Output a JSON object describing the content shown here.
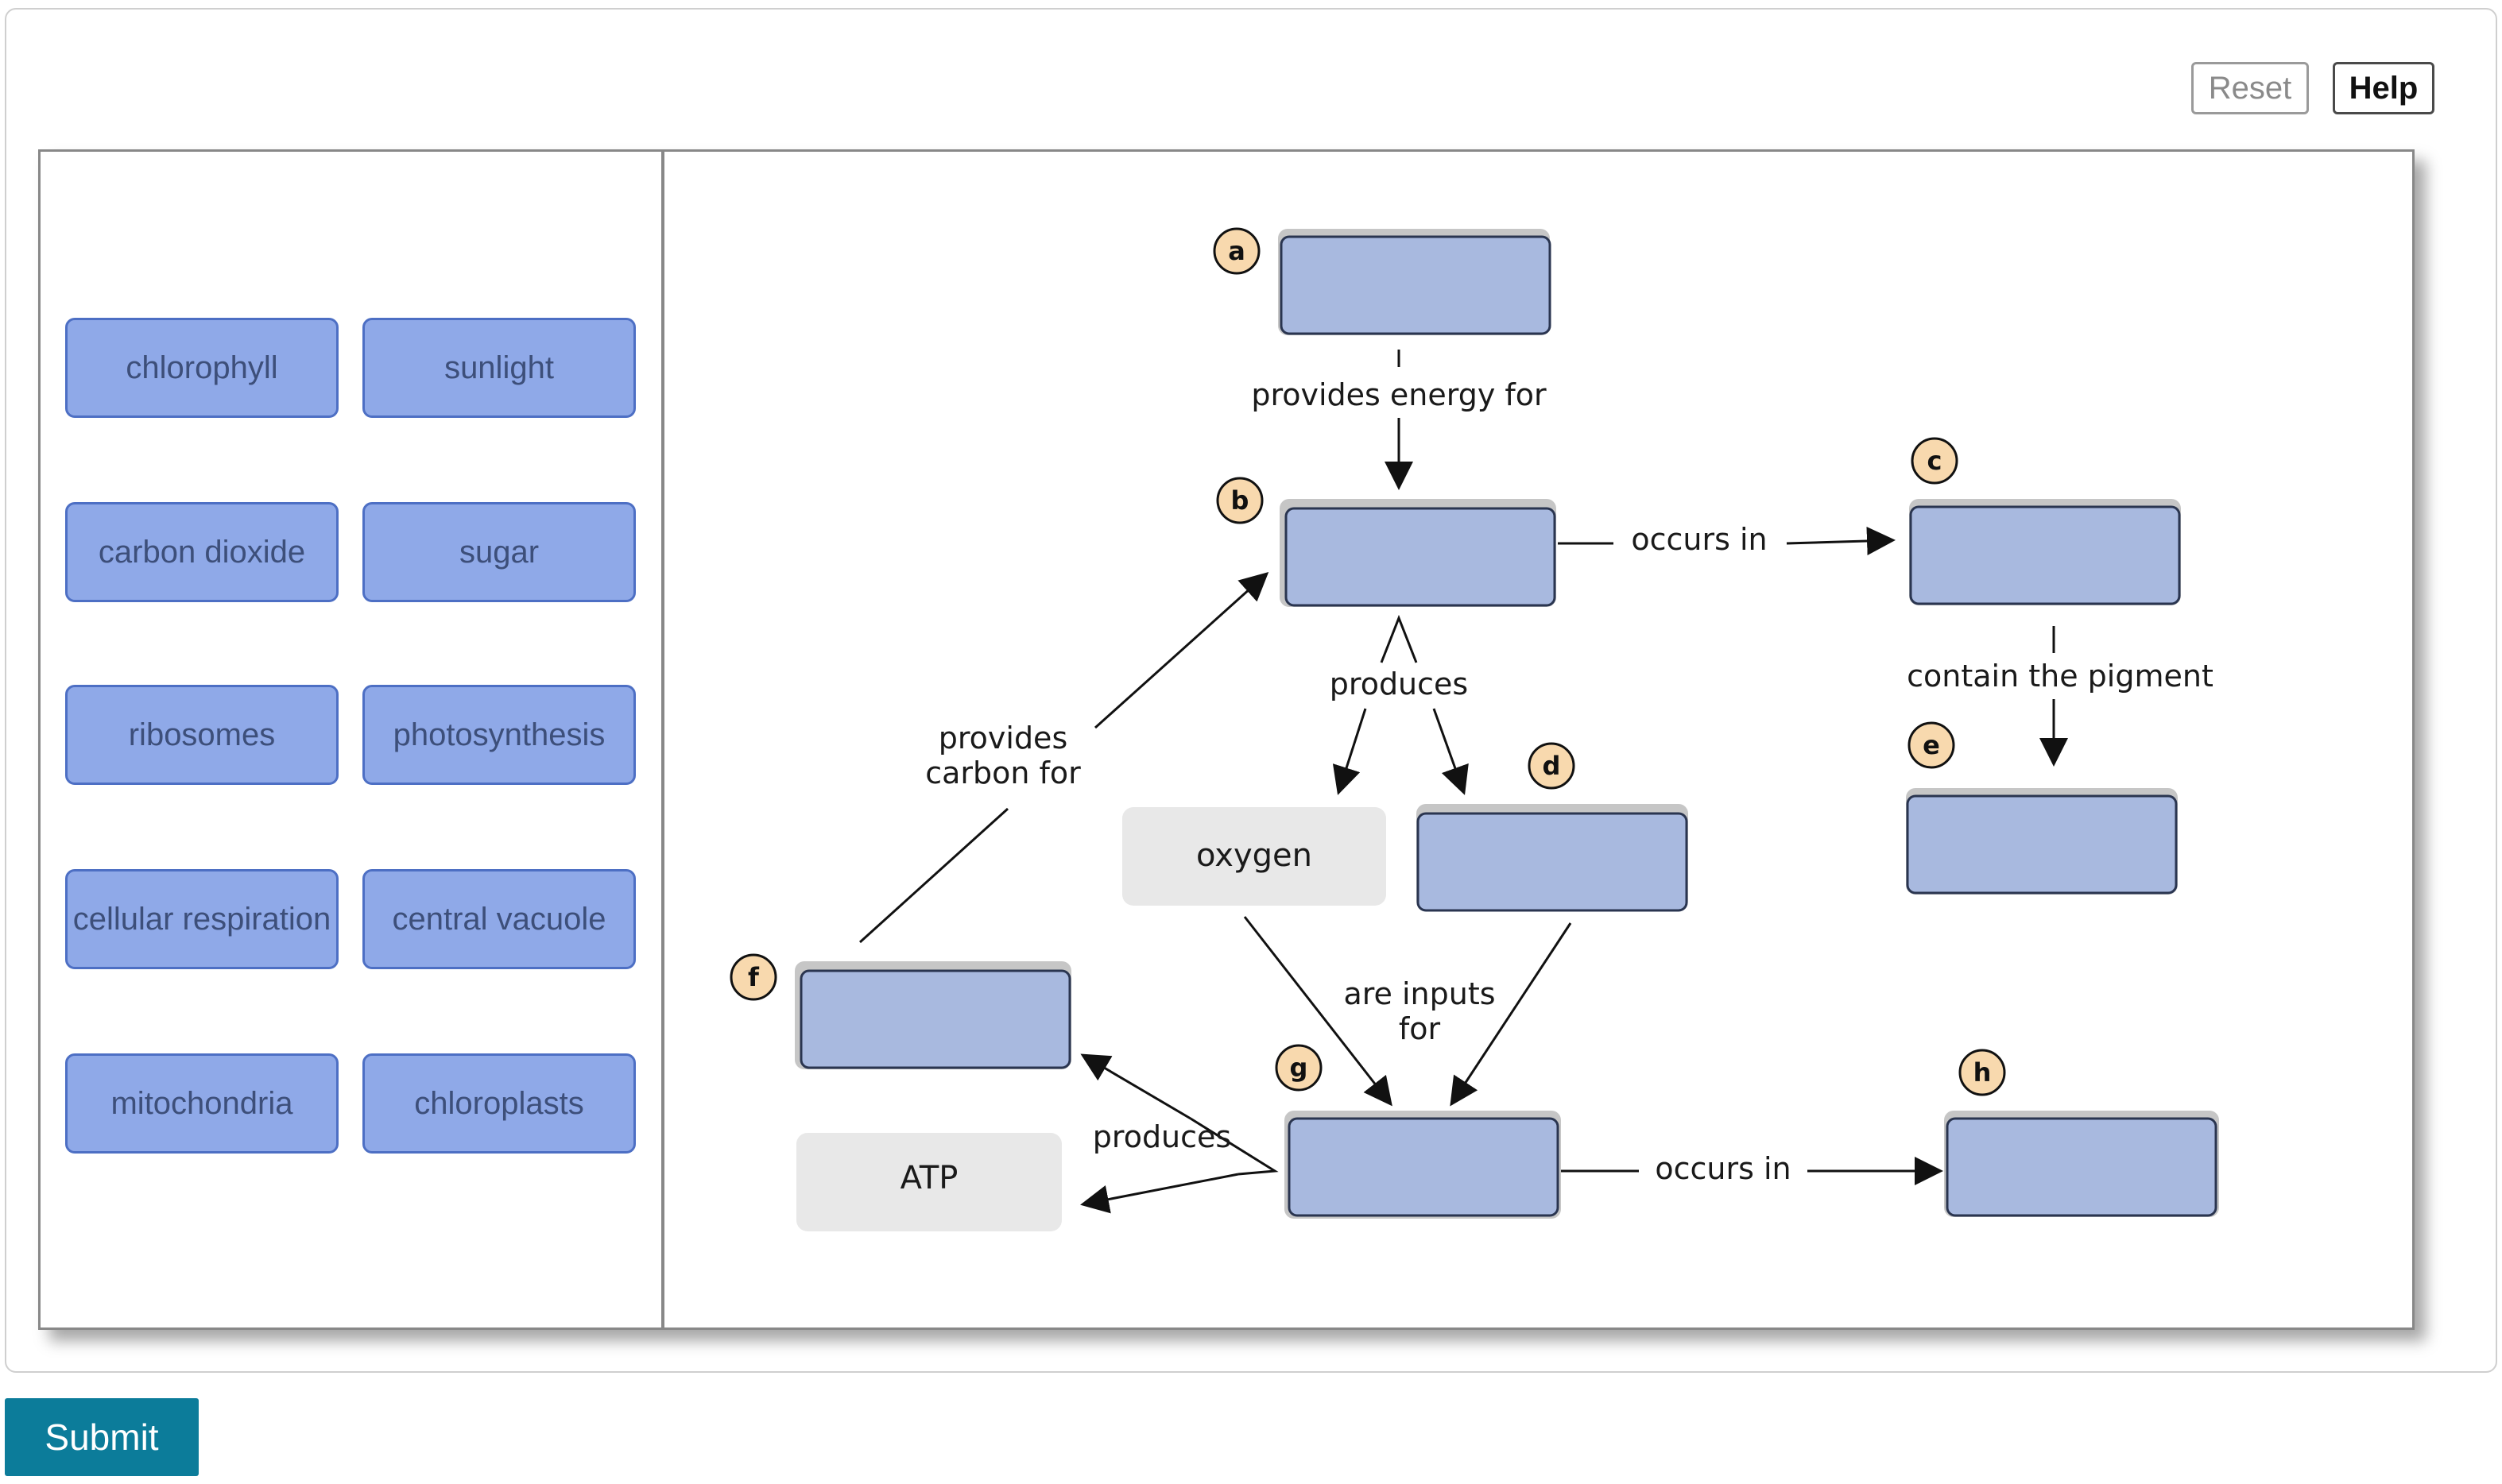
{
  "toolbar": {
    "reset_label": "Reset",
    "help_label": "Help"
  },
  "label_bank": [
    "chlorophyll",
    "sunlight",
    "carbon dioxide",
    "sugar",
    "ribosomes",
    "photosynthesis",
    "cellular respiration",
    "central vacuole",
    "mitochondria",
    "chloroplasts"
  ],
  "diagram": {
    "targets": {
      "a": {
        "letter": "a"
      },
      "b": {
        "letter": "b"
      },
      "c": {
        "letter": "c"
      },
      "d": {
        "letter": "d"
      },
      "e": {
        "letter": "e"
      },
      "f": {
        "letter": "f"
      },
      "g": {
        "letter": "g"
      },
      "h": {
        "letter": "h"
      }
    },
    "fixed_terms": {
      "oxygen": "oxygen",
      "atp": "ATP"
    },
    "links": {
      "provides_energy_for": "provides energy for",
      "occurs_in_top": "occurs in",
      "contain_the_pigment": "contain the pigment",
      "produces_top": "produces",
      "provides_carbon_1": "provides",
      "provides_carbon_2": "carbon for",
      "are_inputs_1": "are inputs",
      "are_inputs_2": "for",
      "produces_bottom": "produces",
      "occurs_in_bottom": "occurs in"
    }
  },
  "submit_label": "Submit"
}
